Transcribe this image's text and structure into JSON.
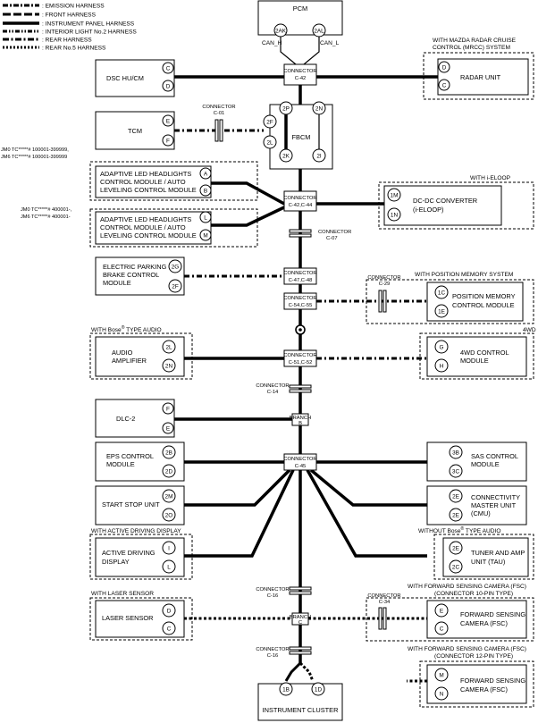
{
  "legend": {
    "items": [
      {
        "label": ": EMISSION HARNESS",
        "style": "emission"
      },
      {
        "label": ": FRONT HARNESS",
        "style": "front"
      },
      {
        "label": ": INSTRUMENT PANEL HARNESS",
        "style": "panel"
      },
      {
        "label": ": INTERIOR LIGHT No.2 HARNESS",
        "style": "interior"
      },
      {
        "label": ": REAR HARNESS",
        "style": "rear"
      },
      {
        "label": ": REAR No.5 HARNESS",
        "style": "rear5"
      }
    ]
  },
  "pcm": {
    "label": "PCM",
    "pin_left": "2AK",
    "pin_right": "2AL",
    "can_h": "CAN_H",
    "can_l": "CAN_L"
  },
  "radar_note": {
    "line1": "WITH MAZDA RADAR CRUISE",
    "line2": "CONTROL (MRCC) SYSTEM"
  },
  "conn_c42": {
    "label1": "CONNECTOR",
    "label2": "C-42"
  },
  "dsc": {
    "label": "DSC HU/CM",
    "pin1": "C",
    "pin2": "D"
  },
  "radar": {
    "label": "RADAR UNIT",
    "pin1": "D",
    "pin2": "C"
  },
  "tcm": {
    "label": "TCM",
    "pin1": "E",
    "pin2": "F"
  },
  "conn_c01": {
    "label1": "CONNECTOR",
    "label2": "C-01"
  },
  "fbcm": {
    "label": "FBCM",
    "pin_tl": "2P",
    "pin_tr": "2N",
    "pin_ml1": "2F",
    "pin_ml2": "2L",
    "pin_bl": "2K",
    "pin_br": "2I"
  },
  "vin_notes": {
    "a1": "JM0 TC*****# 100001-399999,",
    "a2": "JM6 TC*****# 100001-399999",
    "b1": "JM0 TC*****# 400001-,",
    "b2": "JM6 TC*****# 400001-"
  },
  "hl1": {
    "line1": "ADAPTIVE LED HEADLIGHTS",
    "line2": "CONTROL MODULE / AUTO",
    "line3": "LEVELING CONTROL MODULE",
    "pin1": "A",
    "pin2": "B"
  },
  "hl2": {
    "line1": "ADAPTIVE LED HEADLIGHTS",
    "line2": "CONTROL MODULE / AUTO",
    "line3": "LEVELING CONTROL MODULE",
    "pin1": "L",
    "pin2": "M"
  },
  "ieloop_note": "WITH i-ELOOP",
  "dcdc": {
    "line1": "DC-DC CONVERTER",
    "line2": "(i-ELOOP)",
    "pin1": "1M",
    "pin2": "1N"
  },
  "conn_c43": {
    "label1": "CONNECTOR",
    "label2": "C-42,C-44"
  },
  "conn_c07": {
    "label1": "CONNECTOR",
    "label2": "C-07"
  },
  "epb": {
    "line1": "ELECTRIC PARKING",
    "line2": "BRAKE CONTROL",
    "line3": "MODULE",
    "pin1": "2G",
    "pin2": "2F"
  },
  "conn_c47": {
    "label1": "CONNECTOR",
    "label2": "C-47,C-48"
  },
  "posmem_note": "WITH POSITION MEMORY SYSTEM",
  "conn_c29": {
    "label1": "CONNECTOR",
    "label2": "C-29"
  },
  "posmem": {
    "line1": "POSITION MEMORY",
    "line2": "CONTROL MODULE",
    "pin1": "1C",
    "pin2": "1E"
  },
  "conn_c54": {
    "label1": "CONNECTOR",
    "label2": "C-54,C-55"
  },
  "bose_note": {
    "prefix": "WITH Bose",
    "reg": "®",
    "suffix": " TYPE AUDIO"
  },
  "fourwd_note": "4WD",
  "amp": {
    "line1": "AUDIO",
    "line2": "AMPLIFIER",
    "pin1": "2L",
    "pin2": "2N"
  },
  "conn_c51": {
    "label1": "CONNECTOR",
    "label2": "C-51,C-52"
  },
  "fourwd": {
    "line1": "4WD CONTROL",
    "line2": "MODULE",
    "pin1": "G",
    "pin2": "H"
  },
  "conn_c14": {
    "label1": "CONNECTOR",
    "label2": "C-14"
  },
  "dlc": {
    "label": "DLC-2",
    "pin1": "F",
    "pin2": "E"
  },
  "branch_b": {
    "label1": "BRANCH",
    "label2": "B"
  },
  "eps": {
    "line1": "EPS CONTROL",
    "line2": "MODULE",
    "pin1": "2B",
    "pin2": "2D"
  },
  "conn_c45": {
    "label1": "CONNECTOR",
    "label2": "C-45"
  },
  "sas": {
    "line1": "SAS CONTROL",
    "line2": "MODULE",
    "pin1": "3B",
    "pin2": "3C"
  },
  "ssu": {
    "label": "START STOP UNIT",
    "pin1": "2M",
    "pin2": "2O"
  },
  "cmu": {
    "line1": "CONNECTIVITY",
    "line2": "MASTER UNIT",
    "line3": "(CMU)",
    "pin1": "2E",
    "pin2": "2E"
  },
  "add_note": "WITH ACTIVE DRIVING DISPLAY",
  "nobose_note": {
    "prefix": "WITHOUT Bose",
    "reg": "®",
    "suffix": " TYPE AUDIO"
  },
  "add": {
    "line1": "ACTIVE DRIVING",
    "line2": "DISPLAY",
    "pin1": "I",
    "pin2": "L"
  },
  "tau": {
    "line1": "TUNER AND AMP",
    "line2": "UNIT (TAU)",
    "pin1": "2E",
    "pin2": "2C"
  },
  "conn_c16a": {
    "label1": "CONNECTOR",
    "label2": "C-16"
  },
  "laser_note": "WITH LASER SENSOR",
  "fsc10_note": {
    "line1": "WITH FORWARD SENSING CAMERA (FSC)",
    "line2": "(CONNECTOR 10-PIN TYPE)"
  },
  "laser": {
    "label": "LASER SENSOR",
    "pin1": "D",
    "pin2": "C"
  },
  "branch_c": {
    "label1": "BRANCH",
    "label2": "C"
  },
  "conn_c34": {
    "label1": "CONNECTOR",
    "label2": "C-34"
  },
  "fsc10": {
    "line1": "FORWARD SENSING",
    "line2": "CAMERA (FSC)",
    "pin1": "E",
    "pin2": "C"
  },
  "conn_c16b": {
    "label1": "CONNECTOR",
    "label2": "C-16"
  },
  "fsc12_note": {
    "line1": "WITH FORWARD SENSING CAMERA (FSC)",
    "line2": "(CONNECTOR 12-PIN TYPE)"
  },
  "fsc12": {
    "line1": "FORWARD SENSING",
    "line2": "CAMERA (FSC)",
    "pin1": "M",
    "pin2": "N"
  },
  "ic": {
    "label": "INSTRUMENT CLUSTER",
    "pin1": "1B",
    "pin2": "1D"
  }
}
